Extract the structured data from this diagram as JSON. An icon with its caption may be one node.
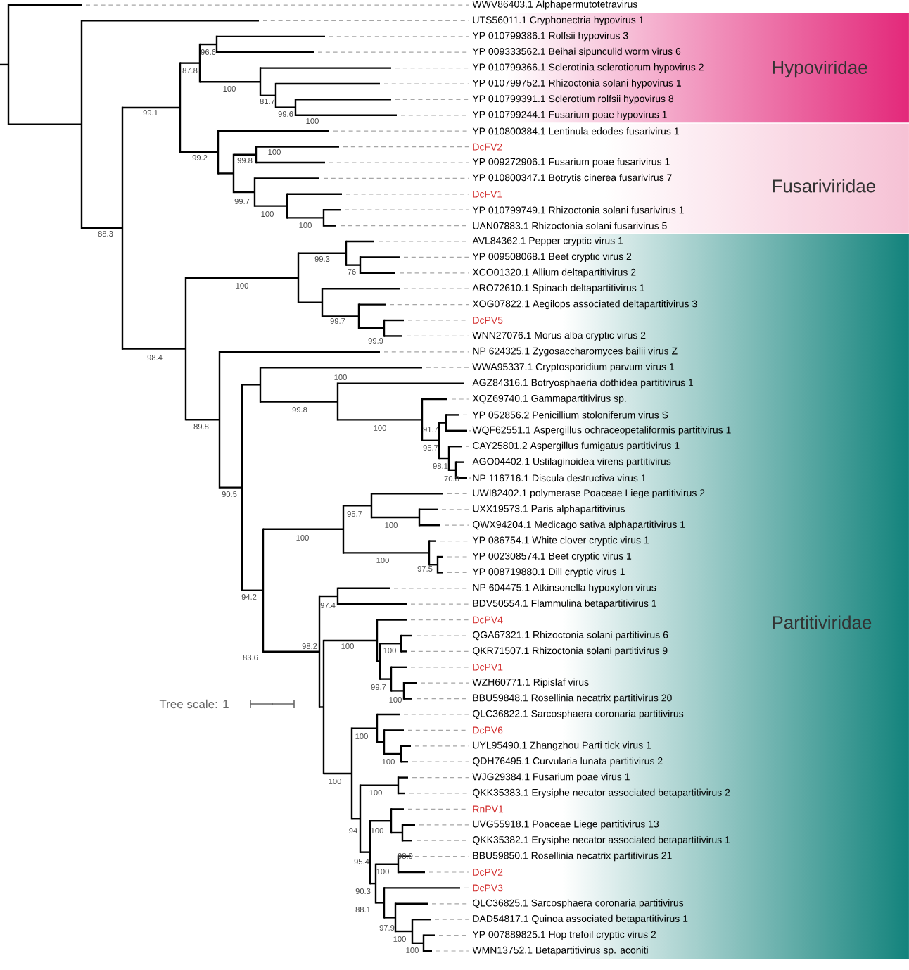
{
  "diagram": {
    "nodes": [
      {
        "text": [
          "Hypoviridae"
        ]
      },
      {
        "text": [
          "Fusariviridae"
        ]
      },
      {
        "text": [
          "Partitiviridae"
        ]
      }
    ],
    "labels": [
      "WWV86403.1 Alphapermutotetravirus",
      "UTS56011.1 Cryphonectria hypovirus 1",
      "YP 010799386.1 Rolfsii hypovirus 3",
      "YP 009333562.1 Beihai sipunculid worm virus 6",
      "YP 010799366.1 Sclerotinia sclerotiorum hypovirus 2",
      "YP 010799752.1 Rhizoctonia solani hypovirus 1",
      "YP 010799391.1 Sclerotium rolfsii hypovirus 8",
      "YP 010799244.1 Fusarium poae hypovirus 1",
      "YP 010800384.1 Lentinula edodes fusarivirus 1",
      "DcFV2",
      "YP 009272906.1 Fusarium poae fusarivirus 1",
      "YP 010800347.1 Botrytis cinerea fusarivirus 7",
      "DcFV1",
      "YP 010799749.1 Rhizoctonia solani fusarivirus 1",
      "UAN07883.1 Rhizoctonia solani fusarivirus 5",
      "AVL84362.1 Pepper cryptic virus 1",
      "YP 009508068.1 Beet cryptic virus 2",
      "XCO01320.1 Allium deltapartitivirus 2",
      "ARO72610.1 Spinach deltapartitivirus 1",
      "XOG07822.1 Aegilops associated deltapartitivirus 3",
      "DcPV5",
      "WNN27076.1 Morus alba cryptic virus 2",
      "NP 624325.1 Zygosaccharomyces bailii virus Z",
      "WWA95337.1 Cryptosporidium parvum virus 1",
      "AGZ84316.1 Botryosphaeria dothidea partitivirus 1",
      "XQZ69740.1 Gammapartitivirus sp.",
      "YP 052856.2 Penicillium stoloniferum virus S",
      "WQF62551.1 Aspergillus ochraceopetaliformis partitivirus 1",
      "CAY25801.2 Aspergillus fumigatus partitivirus 1",
      "AGO04402.1 Ustilaginoidea virens partitivirus",
      "NP 116716.1 Discula destructiva virus 1",
      "UWI82402.1 polymerase Poaceae Liege partitivirus 2",
      "UXX19573.1 Paris alphapartitivirus",
      "QWX94204.1 Medicago sativa alphapartitivirus 1",
      "YP 086754.1 White clover cryptic virus 1",
      "YP 002308574.1 Beet cryptic virus 1",
      "YP 008719880.1 Dill cryptic virus 1",
      "NP 604475.1 Atkinsonella hypoxylon virus",
      "BDV50554.1 Flammulina betapartitivirus 1",
      "DcPV4",
      "QGA67321.1 Rhizoctonia solani partitivirus 6",
      "QKR71507.1 Rhizoctonia solani partitivirus 9",
      "DcPV1",
      "WZH60771.1 Ripislaf virus",
      "BBU59848.1 Rosellinia necatrix partitivirus 20",
      "QLC36822.1 Sarcosphaera coronaria partitivirus",
      "DcPV6",
      "UYL95490.1 Zhangzhou Parti tick virus 1",
      "QDH76495.1 Curvularia lunata partitivirus 2",
      "WJG29384.1 Fusarium poae virus 1",
      "QKK35383.1 Erysiphe necator associated betapartitivirus 2",
      "RnPV1",
      "UVG55918.1 Poaceae Liege partitivirus 13",
      "QKK35382.1 Erysiphe necator associated betapartitivirus 1",
      "BBU59850.1 Rosellinia necatrix partitivirus 21",
      "DcPV2",
      "DcPV3",
      "QLC36825.1 Sarcosphaera coronaria partitivirus",
      "DAD54817.1 Quinoa associated betapartitivirus 1",
      "YP 007889825.1 Hop trefoil cryptic virus 2",
      "WMN13752.1 Betapartitivirus sp. aconiti",
      "96.6",
      "87.8",
      "100",
      "81.7",
      "99.1",
      "99.6",
      "100",
      "100",
      "99.2",
      "99.8",
      "99.7",
      "100",
      "100",
      "88.3",
      "99.3",
      "76",
      "100",
      "99.7",
      "99.9",
      "98.4",
      "100",
      "99.8",
      "89.8",
      "100",
      "91.7",
      "95.7",
      "98.1",
      "70.8",
      "90.5",
      "95.7",
      "100",
      "100",
      "100",
      "97.5",
      "94.2",
      "97.4",
      "98.2",
      "100",
      "100",
      "83.6",
      "99.7",
      "100",
      "100",
      "100",
      "100",
      "100",
      "94",
      "100",
      "98.9",
      "95.4",
      "100",
      "90.3",
      "88.1",
      "97.9",
      "100",
      "100",
      "Tree scale: 1"
    ]
  }
}
